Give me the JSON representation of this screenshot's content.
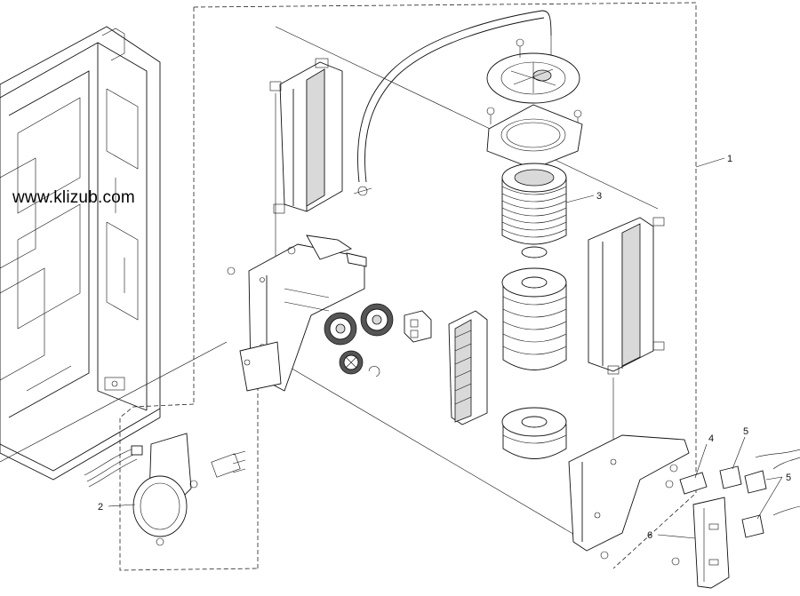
{
  "watermark": "www.klizub.com",
  "callouts": [
    {
      "id": "1",
      "label": "1"
    },
    {
      "id": "2",
      "label": "2"
    },
    {
      "id": "3",
      "label": "3"
    },
    {
      "id": "4",
      "label": "4"
    },
    {
      "id": "5a",
      "label": "5"
    },
    {
      "id": "5b",
      "label": "5"
    },
    {
      "id": "6",
      "label": "6"
    }
  ]
}
